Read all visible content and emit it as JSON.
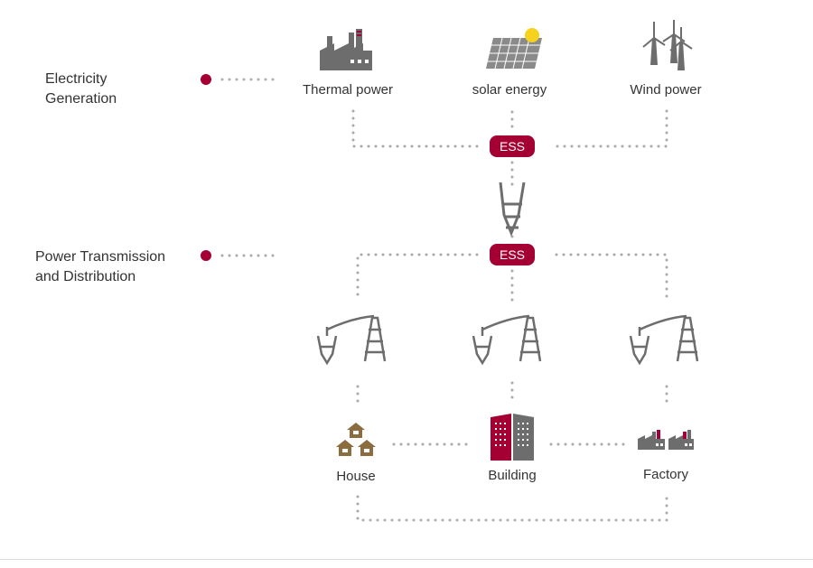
{
  "sections": {
    "generation": "Electricity\nGeneration",
    "transmission": "Power Transmission\nand Distribution"
  },
  "sources": {
    "thermal": "Thermal power",
    "solar": "solar energy",
    "wind": "Wind power"
  },
  "ess": {
    "top": "ESS",
    "middle": "ESS"
  },
  "consumers": {
    "house": "House",
    "building": "Building",
    "factory": "Factory"
  },
  "colors": {
    "accent": "#a50034",
    "icon_gray": "#6d6d6d",
    "house_brown": "#8b6d3f",
    "sun": "#f5d21c",
    "dots": "#aaaaaa"
  }
}
